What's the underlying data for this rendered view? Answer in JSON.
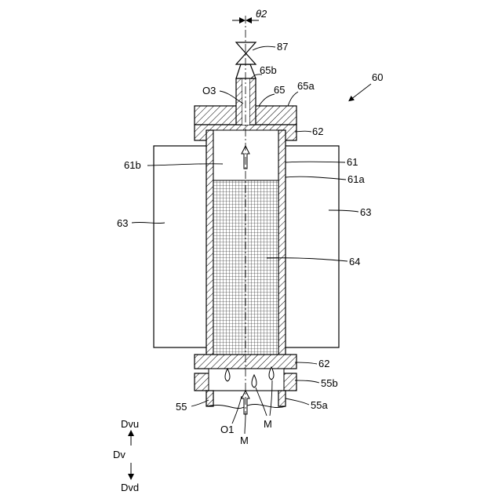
{
  "labels": {
    "theta2": "θ2",
    "l87": "87",
    "l65b": "65b",
    "l60": "60",
    "l65": "65",
    "l65a": "65a",
    "lO3": "O3",
    "l62_top": "62",
    "l61": "61",
    "l61b": "61b",
    "l61a": "61a",
    "l63_left": "63",
    "l63_right": "63",
    "l64": "64",
    "l62_bottom": "62",
    "l55b": "55b",
    "l55": "55",
    "l55a": "55a",
    "lO1": "O1",
    "lM_center": "M",
    "lM_right": "M",
    "Dvu": "Dvu",
    "Dv": "Dv",
    "Dvd": "Dvd"
  }
}
